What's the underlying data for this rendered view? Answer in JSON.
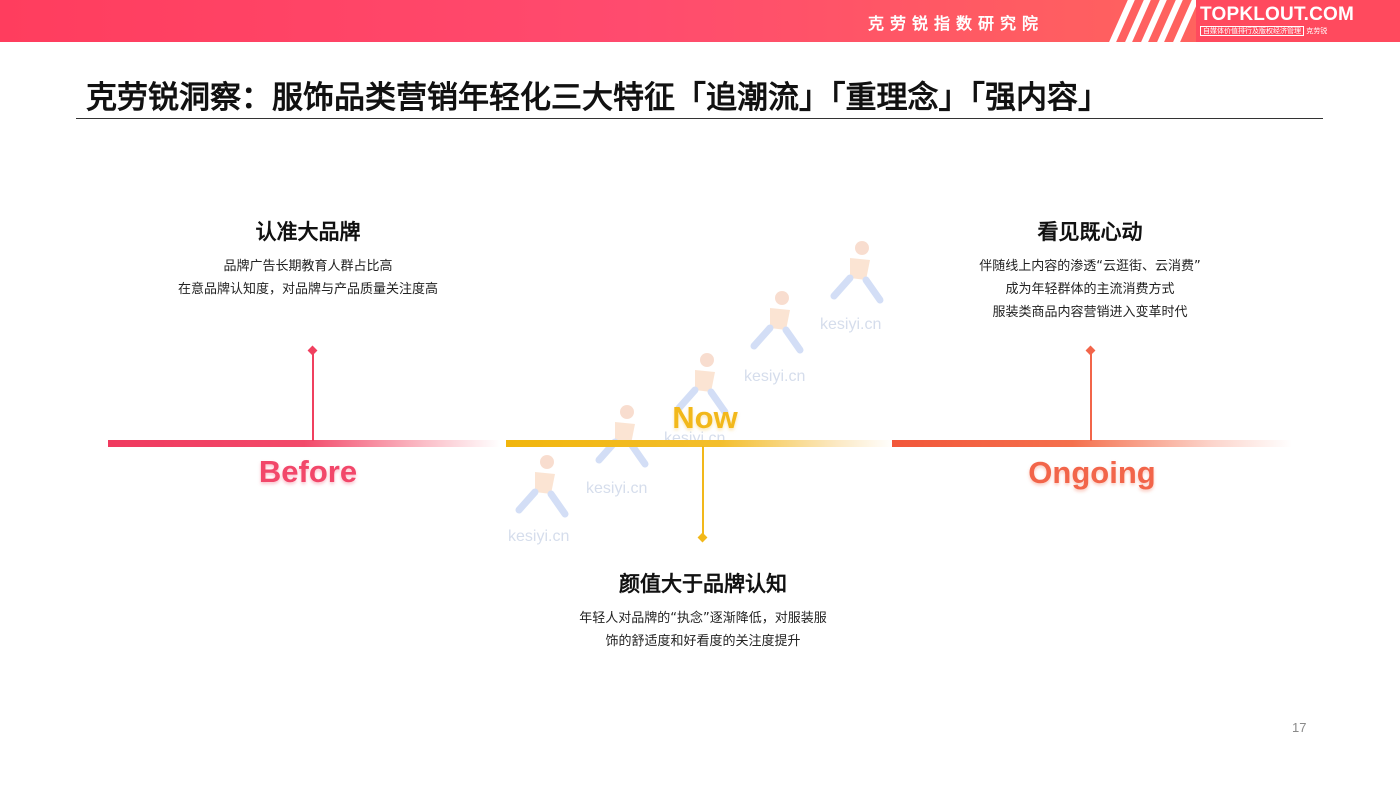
{
  "header": {
    "org_name": "克劳锐指数研究院",
    "brand": "TOPKLOUT.COM",
    "brand_tagline": "自媒体价值排行及版权经济管理",
    "brand_cn": "克劳锐"
  },
  "title": "克劳锐洞察：服饰品类营销年轻化三大特征「追潮流」「重理念」「强内容」",
  "timeline": {
    "before": {
      "label": "Before",
      "heading": "认准大品牌",
      "lines": [
        "品牌广告长期教育人群占比高",
        "在意品牌认知度，对品牌与产品质量关注度高"
      ]
    },
    "now": {
      "label": "Now",
      "heading": "颜值大于品牌认知",
      "lines": [
        "年轻人对品牌的“执念”逐渐降低，对服装服",
        "饰的舒适度和好看度的关注度提升"
      ]
    },
    "ongoing": {
      "label": "Ongoing",
      "heading": "看见既心动",
      "lines": [
        "伴随线上内容的渗透“云逛街、云消费”",
        "成为年轻群体的主流消费方式",
        "服装类商品内容营销进入变革时代"
      ]
    }
  },
  "watermark": "kesiyi.cn",
  "page_number": "17",
  "colors": {
    "header_red": "#ff4b6e",
    "before": "#f2476a",
    "now": "#f2b81a",
    "ongoing": "#f2654a"
  }
}
